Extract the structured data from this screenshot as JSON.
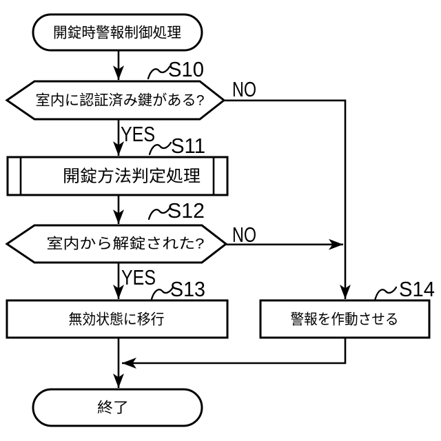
{
  "figure": {
    "background": "#ffffff",
    "line_color": "#000000",
    "start_label": "開錠時警報制御処理",
    "end_label": "終了",
    "yes_label": "YES",
    "no_label": "NO",
    "steps": {
      "s10": {
        "id": "S10",
        "type": "decision",
        "label": "室内に認証済み鍵がある?"
      },
      "s11": {
        "id": "S11",
        "type": "subroutine",
        "label": "開錠方法判定処理"
      },
      "s12": {
        "id": "S12",
        "type": "decision",
        "label": "室内から解錠された?"
      },
      "s13": {
        "id": "S13",
        "type": "process",
        "label": "無効状態に移行"
      },
      "s14": {
        "id": "S14",
        "type": "process",
        "label": "警報を作動させる"
      }
    }
  }
}
